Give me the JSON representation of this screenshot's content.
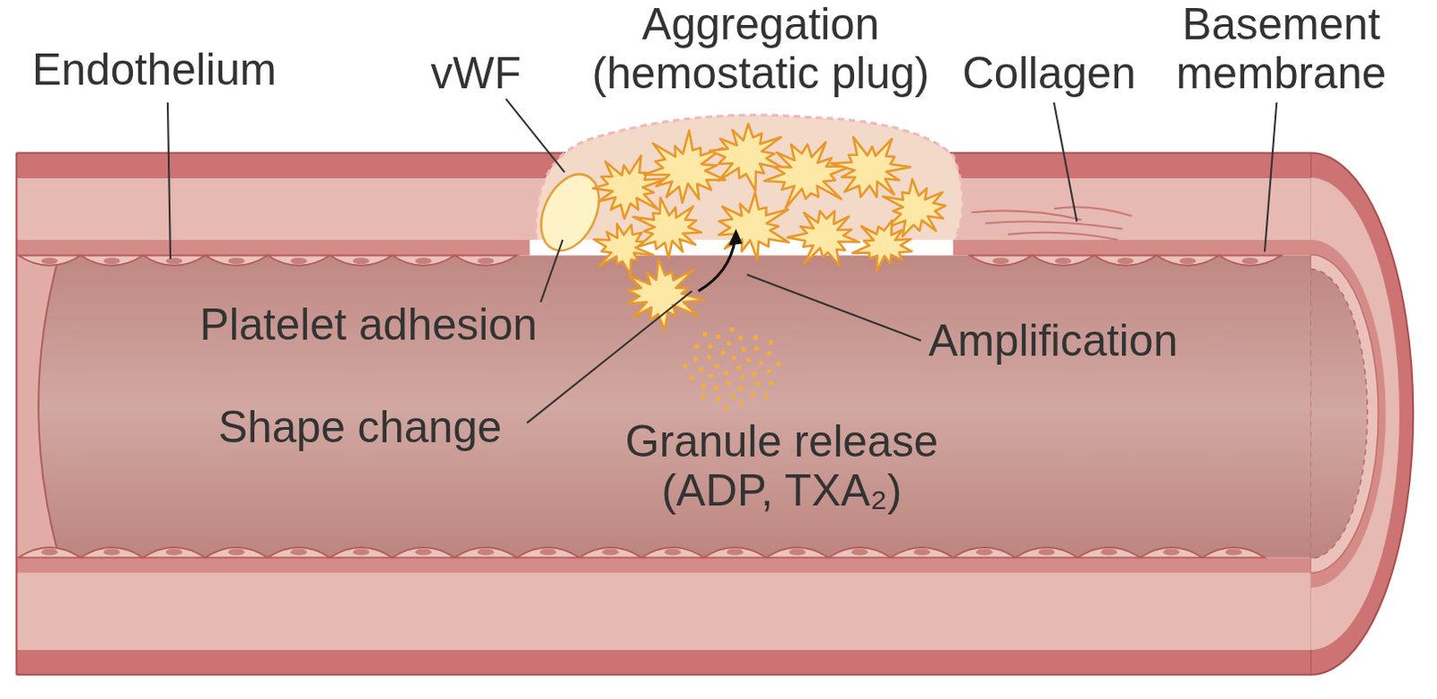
{
  "diagram": {
    "labels": [
      "Endothelium",
      "vWF",
      "Aggregation (hemostatic plug)",
      "Collagen",
      "Basement membrane",
      "Platelet adhesion",
      "Amplification",
      "Shape change",
      "Granule release (ADP, TXA₂)"
    ]
  }
}
